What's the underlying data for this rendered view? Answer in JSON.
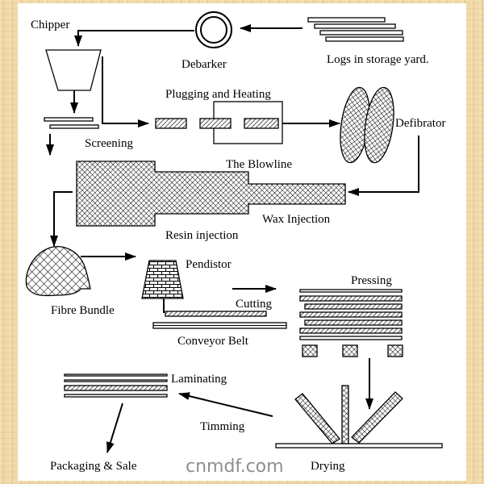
{
  "labels": {
    "chipper": "Chipper",
    "debarker": "Debarker",
    "logs": "Logs in storage yard.",
    "plugging": "Plugging and Heating",
    "defibrator": "Defibrator",
    "screening": "Screening",
    "blowline": "The Blowline",
    "wax": "Wax Injection",
    "resin": "Resin injection",
    "pendistor": "Pendistor",
    "pressing": "Pressing",
    "fibre": "Fibre Bundle",
    "cutting": "Cutting",
    "conveyor": "Conveyor Belt",
    "laminating": "Laminating",
    "timming": "Timming",
    "packaging": "Packaging & Sale",
    "drying": "Drying"
  },
  "watermark": "cnmdf.com",
  "colors": {
    "frame": "#f0d49c",
    "panel": "#ffffff",
    "ink": "#000000",
    "watermark": "#8f8f8f"
  }
}
